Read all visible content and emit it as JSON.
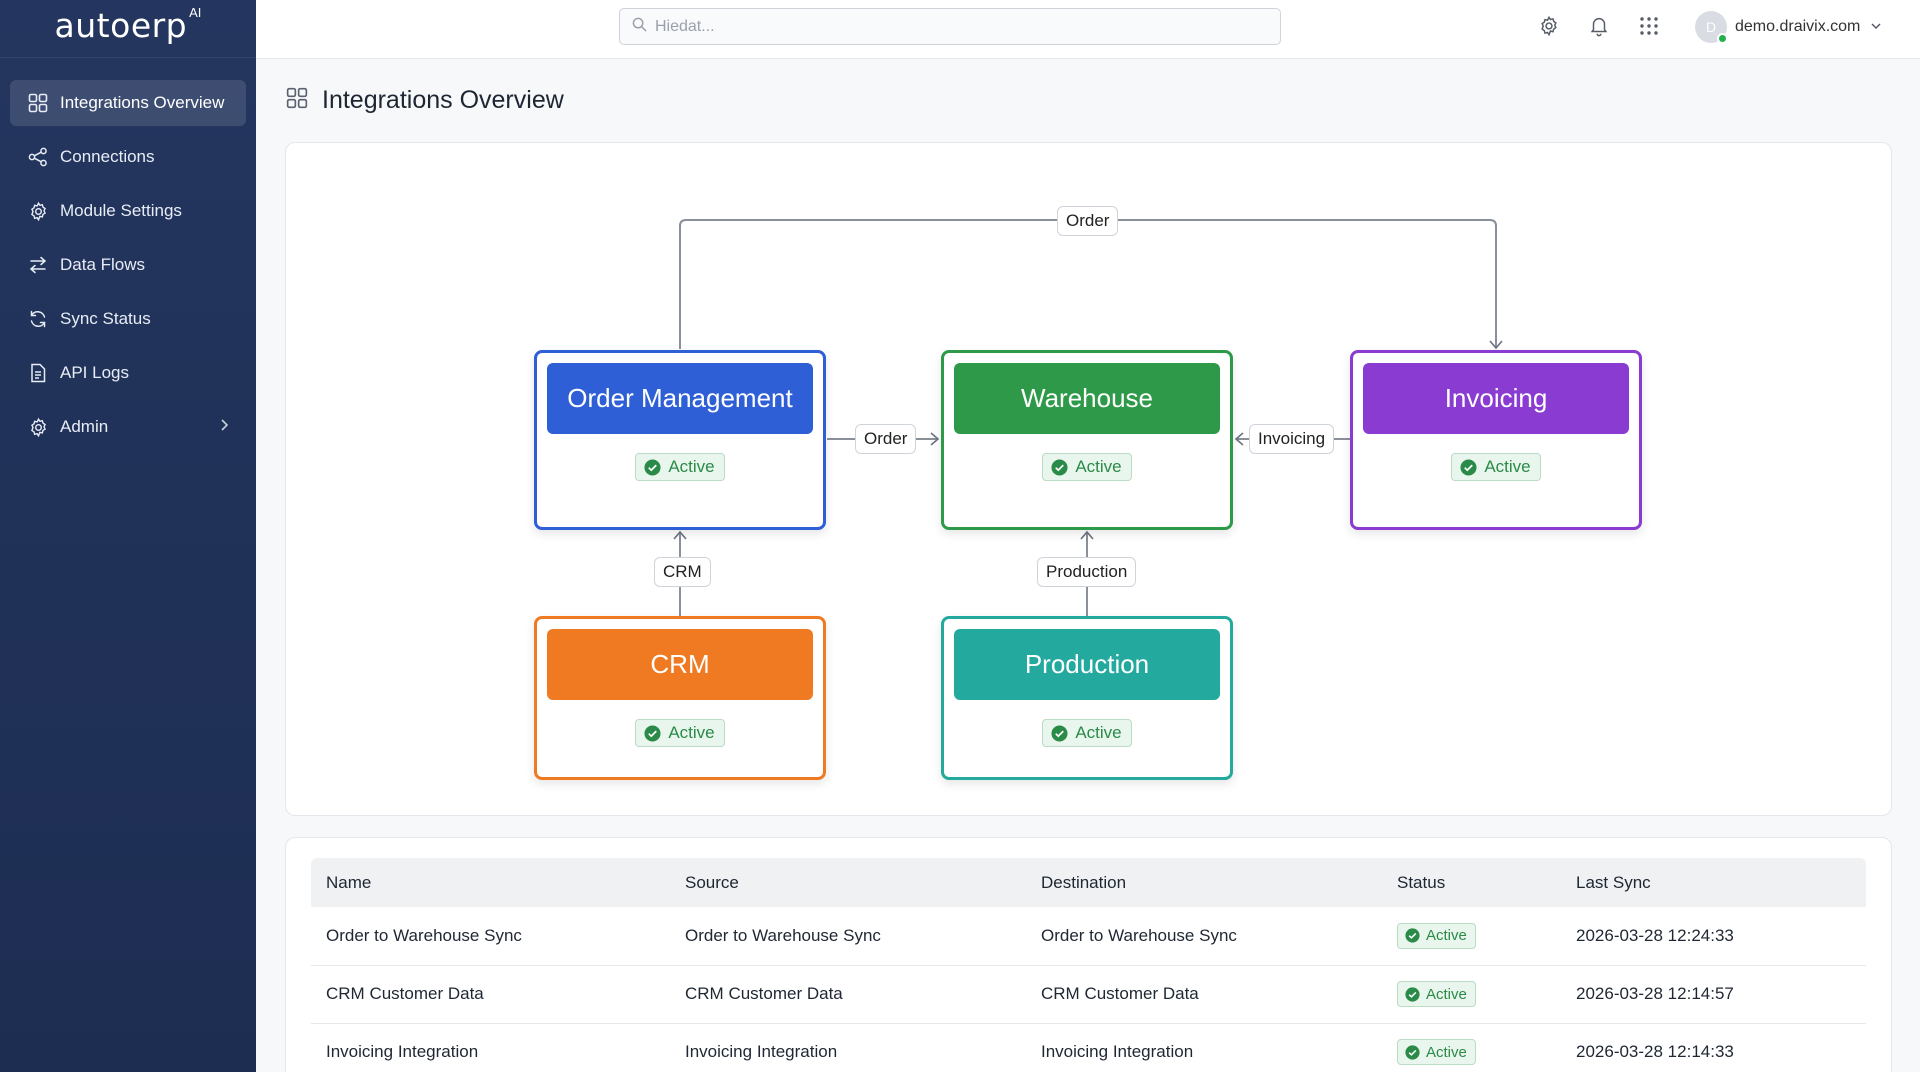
{
  "brand": {
    "name": "autoerp",
    "sup": "AI"
  },
  "sidebar": {
    "items": [
      {
        "label": "Integrations Overview",
        "icon": "grid-icon",
        "active": true
      },
      {
        "label": "Connections",
        "icon": "share-icon"
      },
      {
        "label": "Module Settings",
        "icon": "gear-icon"
      },
      {
        "label": "Data Flows",
        "icon": "arrows-left-right-icon"
      },
      {
        "label": "Sync Status",
        "icon": "refresh-icon"
      },
      {
        "label": "API Logs",
        "icon": "document-icon"
      },
      {
        "label": "Admin",
        "icon": "gear-icon",
        "has_submenu": true
      }
    ]
  },
  "topbar": {
    "search_placeholder": "Hiedat...",
    "user": {
      "initial": "D",
      "name": "demo.draivix.com",
      "online": true
    }
  },
  "page": {
    "title": "Integrations Overview"
  },
  "diagram": {
    "modules": [
      {
        "name": "Order Management",
        "status": "Active",
        "color": "#2f5fd6"
      },
      {
        "name": "Warehouse",
        "status": "Active",
        "color": "#2e9a49"
      },
      {
        "name": "Invoicing",
        "status": "Active",
        "color": "#8a3bd1"
      },
      {
        "name": "CRM",
        "status": "Active",
        "color": "#f07a22"
      },
      {
        "name": "Production",
        "status": "Active",
        "color": "#24a99f"
      }
    ],
    "edges": [
      {
        "label": "Order",
        "from": "Order Management",
        "to": "Invoicing"
      },
      {
        "label": "Order",
        "from": "Order Management",
        "to": "Warehouse"
      },
      {
        "label": "Invoicing",
        "from": "Invoicing",
        "to": "Warehouse"
      },
      {
        "label": "CRM",
        "from": "CRM",
        "to": "Order Management"
      },
      {
        "label": "Production",
        "from": "Production",
        "to": "Warehouse"
      }
    ]
  },
  "table": {
    "columns": [
      "Name",
      "Source",
      "Destination",
      "Status",
      "Last Sync"
    ],
    "rows": [
      {
        "name": "Order to Warehouse Sync",
        "source": "Order to Warehouse Sync",
        "destination": "Order to Warehouse Sync",
        "status": "Active",
        "last_sync": "2026-03-28 12:24:33"
      },
      {
        "name": "CRM Customer Data",
        "source": "CRM Customer Data",
        "destination": "CRM Customer Data",
        "status": "Active",
        "last_sync": "2026-03-28 12:14:57"
      },
      {
        "name": "Invoicing Integration",
        "source": "Invoicing Integration",
        "destination": "Invoicing Integration",
        "status": "Active",
        "last_sync": "2026-03-28 12:14:33"
      }
    ]
  },
  "colors": {
    "sidebar_bg": "#24365f",
    "active_green": "#2a8a47"
  }
}
